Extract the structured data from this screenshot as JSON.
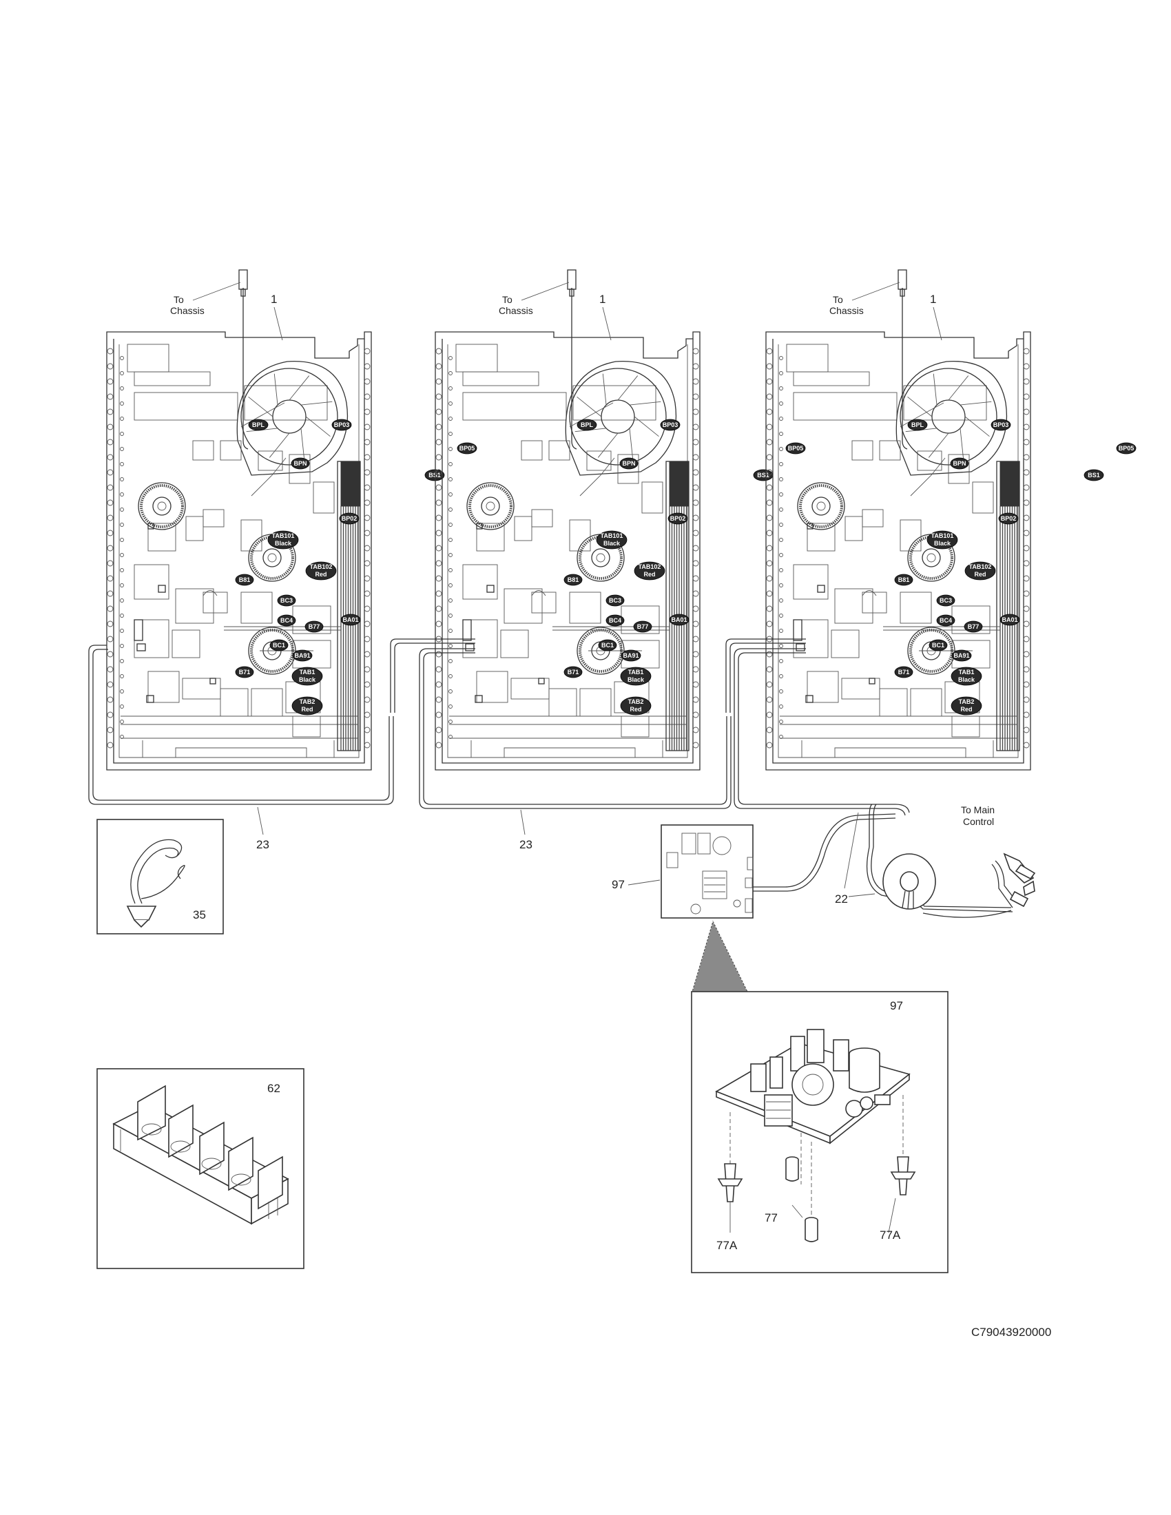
{
  "diagram_code": "C79043920000",
  "to_chassis": [
    "To",
    "Chassis"
  ],
  "to_main_control": [
    "To Main",
    "Control"
  ],
  "board_tags": {
    "bpl": "BPL",
    "bp03": "BP03",
    "bpn": "BPN",
    "bp05": "BP05",
    "bs1": "BS1",
    "bp02": "BP02",
    "tab101": [
      "TAB101",
      "Black"
    ],
    "tab102": [
      "TAB102",
      "Red"
    ],
    "b81": "B81",
    "bc3": "BC3",
    "bc4": "BC4",
    "b77": "B77",
    "ba01": "BA01",
    "bc1": "BC1",
    "ba91": "BA91",
    "b71": "B71",
    "tab1": [
      "TAB1",
      "Black"
    ],
    "tab2": [
      "TAB2",
      "Red"
    ]
  },
  "parts": {
    "fan": "1",
    "harness_23": "23",
    "clip": "35",
    "holder": "62",
    "filter_board": "97",
    "harness_22": "22",
    "spacer": "77",
    "support": "77A"
  }
}
